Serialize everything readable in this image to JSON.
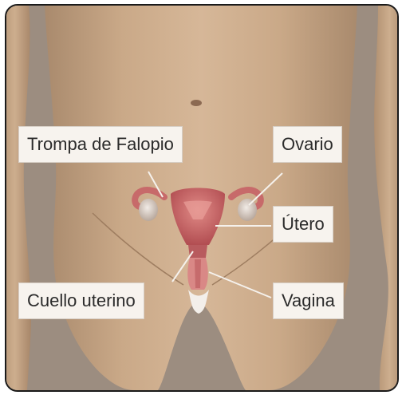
{
  "labels": {
    "fallopian_tube": "Trompa de Falopio",
    "ovary": "Ovario",
    "uterus": "Útero",
    "cervix": "Cuello uterino",
    "vagina": "Vagina"
  },
  "colors": {
    "skin": "#c9a886",
    "background": "#9c8d80",
    "uterus": "#c86a6a",
    "ovary": "#d9cfc8",
    "label_box": "#f7f3ee",
    "frame_border": "#1a1a1a"
  }
}
